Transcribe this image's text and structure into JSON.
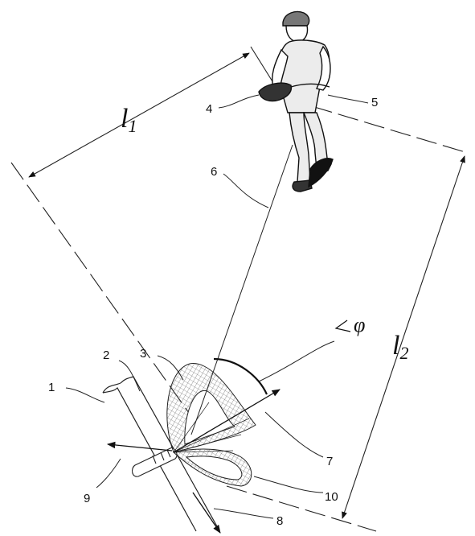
{
  "figure": {
    "callouts": [
      "1",
      "2",
      "3",
      "4",
      "5",
      "6",
      "7",
      "8",
      "9",
      "10"
    ],
    "dimensions": {
      "l1": {
        "symbol": "l",
        "subscript": "1"
      },
      "l2": {
        "symbol": "l",
        "subscript": "2"
      }
    },
    "angle": {
      "symbol": "φ"
    }
  }
}
